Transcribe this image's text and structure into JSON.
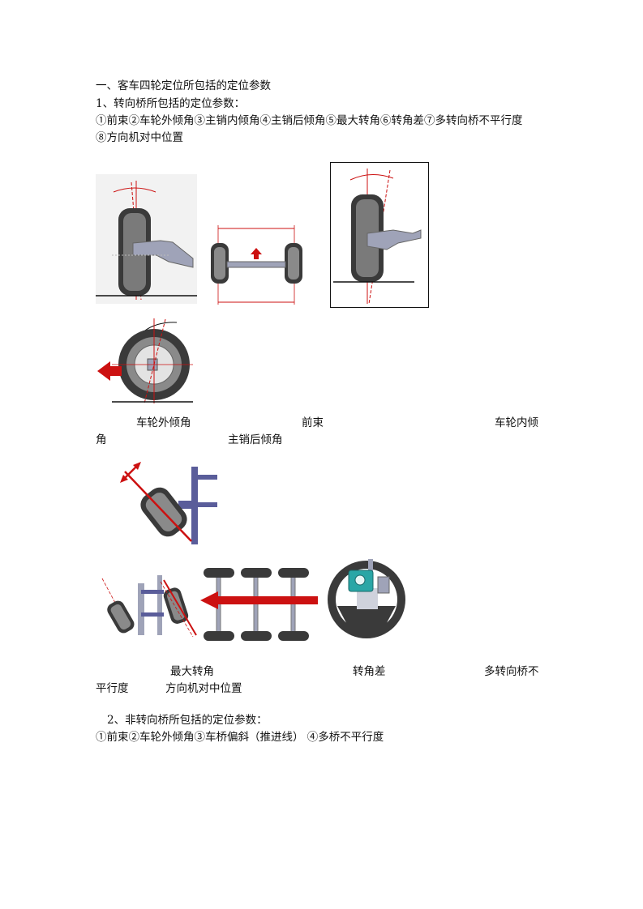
{
  "section1": {
    "heading": "一、客车四轮定位所包括的定位参数",
    "sub1": "1、转向桥所包括的定位参数：",
    "params_line1": "①前束②车轮外倾角③主销内倾角④主销后倾角⑤最大转角⑥转角差⑦多转向桥不平行度",
    "params_line2": "⑧方向机对中位置"
  },
  "captions_row1": {
    "camber": "车轮外倾角",
    "toe": "前束",
    "kpi_part1": "车轮内倾",
    "kpi_part2": "角",
    "caster": "主销后倾角"
  },
  "captions_row2": {
    "max_angle": "最大转角",
    "angle_diff": "转角差",
    "multi_axle_part1": "多转向桥不",
    "multi_axle_part2": "平行度",
    "steering_center": "方向机对中位置"
  },
  "section2": {
    "sub2": "2、非转向桥所包括的定位参数：",
    "params": "①前束②车轮外倾角③车桥偏斜（推进线） ④多桥不平行度"
  },
  "colors": {
    "tire": "#3a3a3a",
    "tire_light": "#7a7a7a",
    "axle": "#9fa3b8",
    "frame": "#5a5d9a",
    "accent_red": "#cc1111",
    "teal": "#2aa6a6"
  }
}
